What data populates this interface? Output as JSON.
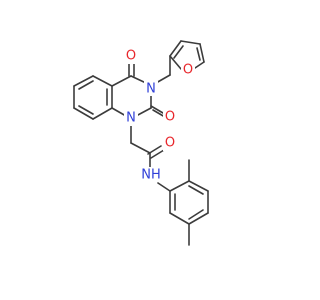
{
  "molecule": {
    "colors": {
      "bond": "#3c3c3c",
      "oxygen": "#e8262b",
      "nitrogen": "#2f3fd8",
      "background": "#ffffff"
    },
    "atoms": [
      {
        "id": "O1",
        "symbol": "O",
        "label": "O",
        "element": "oxygen"
      },
      {
        "id": "O2",
        "symbol": "O",
        "label": "O",
        "element": "oxygen"
      },
      {
        "id": "O3",
        "symbol": "O",
        "label": "O",
        "element": "oxygen"
      },
      {
        "id": "O4",
        "symbol": "O",
        "label": "O",
        "element": "oxygen"
      },
      {
        "id": "N1",
        "symbol": "N",
        "label": "N",
        "element": "nitrogen"
      },
      {
        "id": "N2",
        "symbol": "N",
        "label": "N",
        "element": "nitrogen"
      },
      {
        "id": "N3",
        "symbol": "N",
        "label": "NH",
        "element": "nitrogen"
      }
    ]
  }
}
